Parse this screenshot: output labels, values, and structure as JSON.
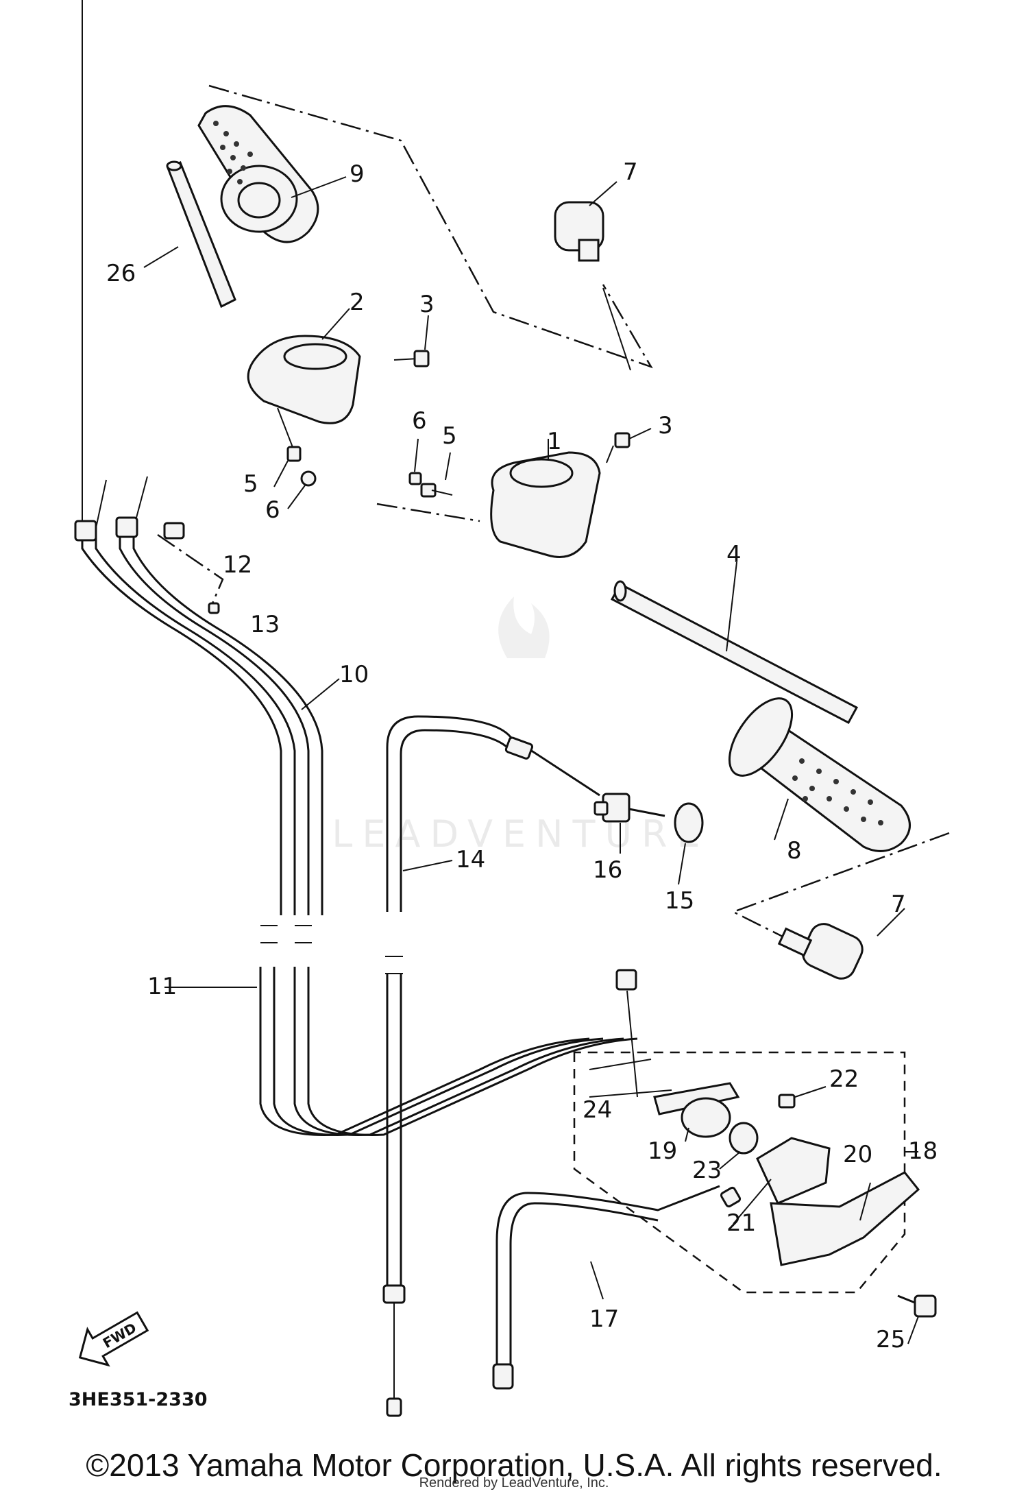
{
  "diagram": {
    "part_numbers": [
      "1",
      "2",
      "3",
      "3",
      "4",
      "5",
      "5",
      "6",
      "6",
      "7",
      "7",
      "8",
      "9",
      "10",
      "11",
      "12",
      "13",
      "14",
      "15",
      "16",
      "17",
      "18",
      "19",
      "20",
      "21",
      "22",
      "23",
      "24",
      "25",
      "26"
    ],
    "diagram_code": "3HE351-2330",
    "fwd_label": "FWD",
    "watermark": "LEADVENTURE"
  },
  "footer": {
    "copyright": "©2013 Yamaha Motor Corporation, U.S.A. All rights reserved.",
    "rendered_by": "Rendered by LeadVenture, Inc."
  }
}
